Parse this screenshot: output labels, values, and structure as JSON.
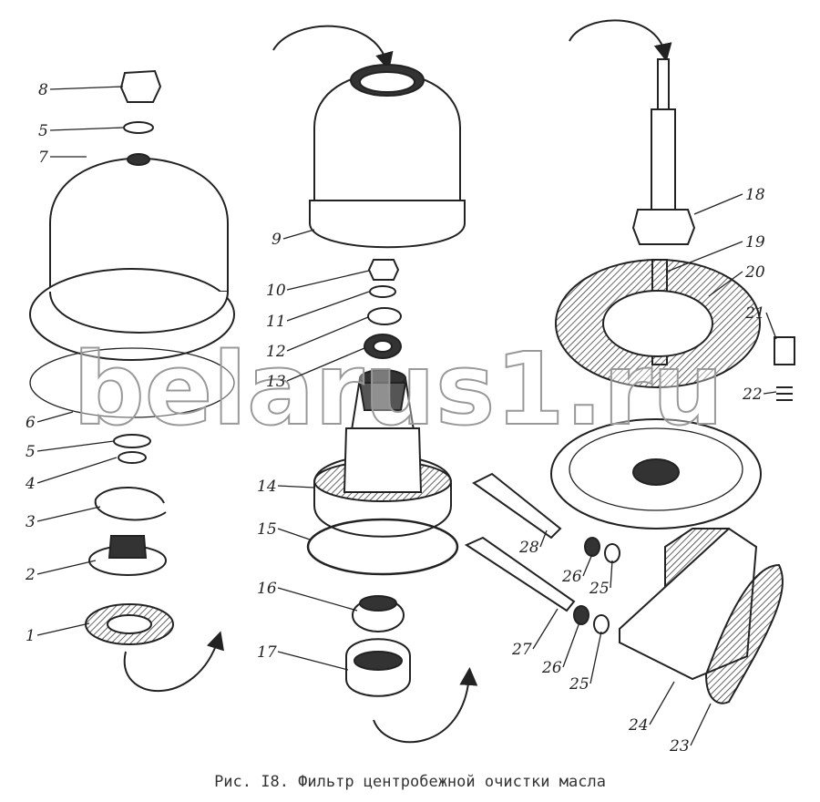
{
  "figure": {
    "caption": "Рис. I8. Фильтр центробежной очистки масла",
    "watermark": "belarus1.ru",
    "callouts": [
      {
        "id": "8",
        "label": "8"
      },
      {
        "id": "5a",
        "label": "5"
      },
      {
        "id": "7",
        "label": "7"
      },
      {
        "id": "6",
        "label": "6"
      },
      {
        "id": "5b",
        "label": "5"
      },
      {
        "id": "4",
        "label": "4"
      },
      {
        "id": "3",
        "label": "3"
      },
      {
        "id": "2",
        "label": "2"
      },
      {
        "id": "1",
        "label": "1"
      },
      {
        "id": "9",
        "label": "9"
      },
      {
        "id": "10",
        "label": "10"
      },
      {
        "id": "11",
        "label": "11"
      },
      {
        "id": "12",
        "label": "12"
      },
      {
        "id": "13",
        "label": "13"
      },
      {
        "id": "14",
        "label": "14"
      },
      {
        "id": "15",
        "label": "15"
      },
      {
        "id": "16",
        "label": "16"
      },
      {
        "id": "17",
        "label": "17"
      },
      {
        "id": "18",
        "label": "18"
      },
      {
        "id": "19",
        "label": "19"
      },
      {
        "id": "20",
        "label": "20"
      },
      {
        "id": "21",
        "label": "21"
      },
      {
        "id": "22",
        "label": "22"
      },
      {
        "id": "28",
        "label": "28"
      },
      {
        "id": "26a",
        "label": "26"
      },
      {
        "id": "25a",
        "label": "25"
      },
      {
        "id": "27",
        "label": "27"
      },
      {
        "id": "26b",
        "label": "26"
      },
      {
        "id": "25b",
        "label": "25"
      },
      {
        "id": "24",
        "label": "24"
      },
      {
        "id": "23",
        "label": "23"
      }
    ]
  }
}
